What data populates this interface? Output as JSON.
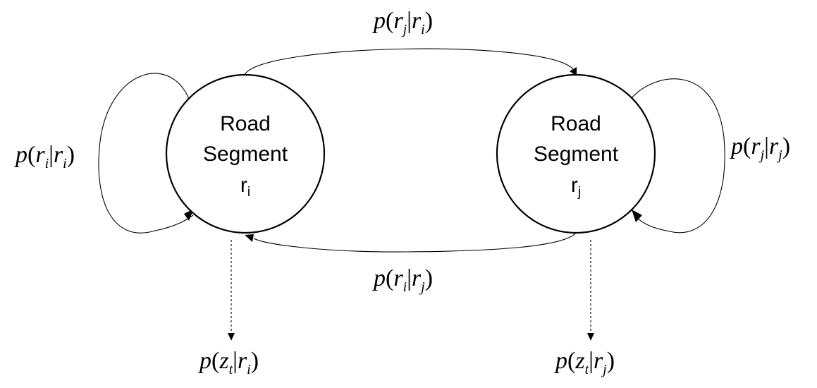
{
  "nodes": [
    {
      "id": "ri",
      "line1": "Road",
      "line2": "Segment",
      "symbol": "r",
      "subscript": "i"
    },
    {
      "id": "rj",
      "line1": "Road",
      "line2": "Segment",
      "symbol": "r",
      "subscript": "j"
    }
  ],
  "edges": {
    "self_i": {
      "var": "r",
      "a": "i",
      "bar": "|",
      "given": "r",
      "b": "i"
    },
    "self_j": {
      "var": "r",
      "a": "j",
      "bar": "|",
      "given": "r",
      "b": "j"
    },
    "i_to_j": {
      "var": "r",
      "a": "j",
      "bar": "|",
      "given": "r",
      "b": "i"
    },
    "j_to_i": {
      "var": "r",
      "a": "i",
      "bar": "|",
      "given": "r",
      "b": "j"
    },
    "emit_i": {
      "var": "z",
      "a": "t",
      "bar": "|",
      "given": "r",
      "b": "i"
    },
    "emit_j": {
      "var": "z",
      "a": "t",
      "bar": "|",
      "given": "r",
      "b": "j"
    }
  },
  "symbols": {
    "p": "p",
    "open": "(",
    "close": ")"
  },
  "colors": {
    "stroke": "#000000",
    "background": "#ffffff"
  }
}
